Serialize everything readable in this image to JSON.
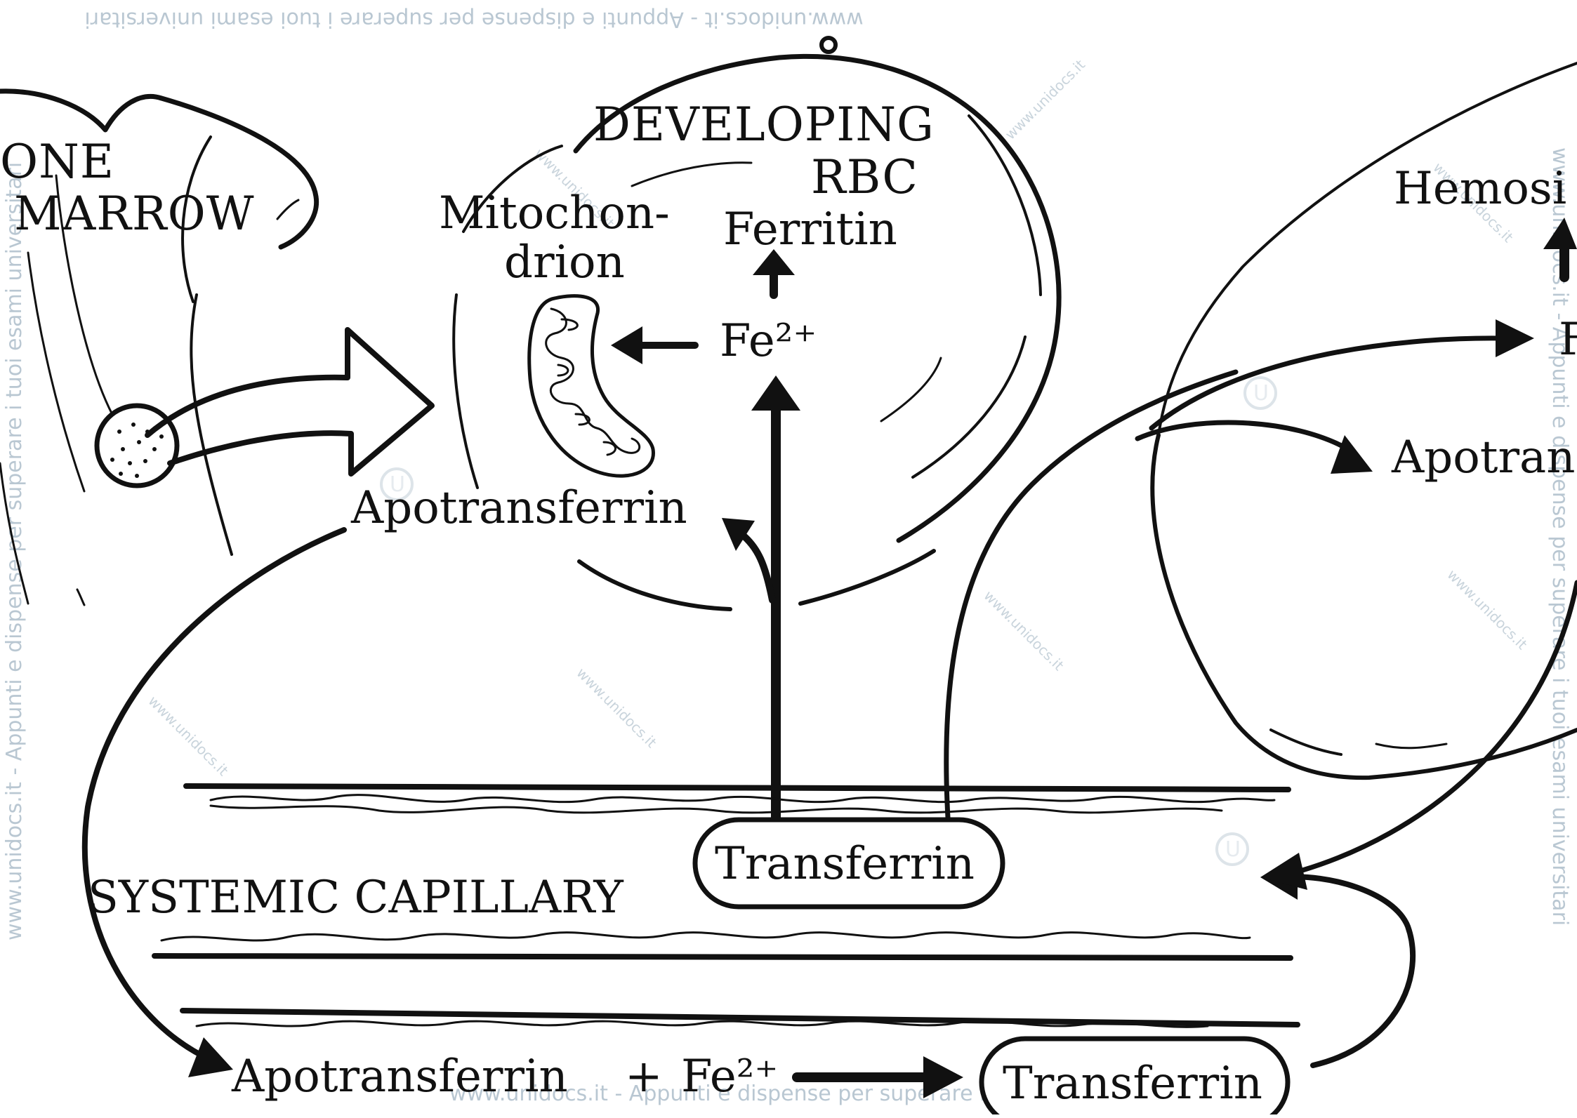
{
  "watermark": {
    "top_text": "www.unidocs.it  -  Appunti e dispense per superare i tuoi esami universitari",
    "right_text": "www.unidocs.it  -  Appunti e dispense per superare i tuoi esami universitari",
    "left_text": "www.unidocs.it  -  Appunti e dispense per superare i tuoi esami universitari",
    "bottom_text": "www.unidocs.it  -  Appunti e dispense per superare i tuoi esami universitari",
    "small_text": "www.unidocs.it",
    "logo_text": "U"
  },
  "labels": {
    "bone": "ONE",
    "marrow": "MARROW",
    "developing": "DEVELOPING",
    "rbc": "RBC",
    "mitochon": "Mitochon-",
    "drion": "drion",
    "ferritin": "Ferritin",
    "fe_rbc": "Fe²⁺",
    "apotransferrin_rbc": "Apotransferrin",
    "transferrin_top": "Transferrin",
    "systemic_capillary": "SYSTEMIC CAPILLARY",
    "apotransferrin_bottom": "Apotransferrin",
    "plus": "+",
    "fe_bottom": "Fe²⁺",
    "transferrin_bottom": "Transferrin",
    "hemosi": "Hemosi",
    "fe_right": "F",
    "apotran_right": "Apotran"
  }
}
